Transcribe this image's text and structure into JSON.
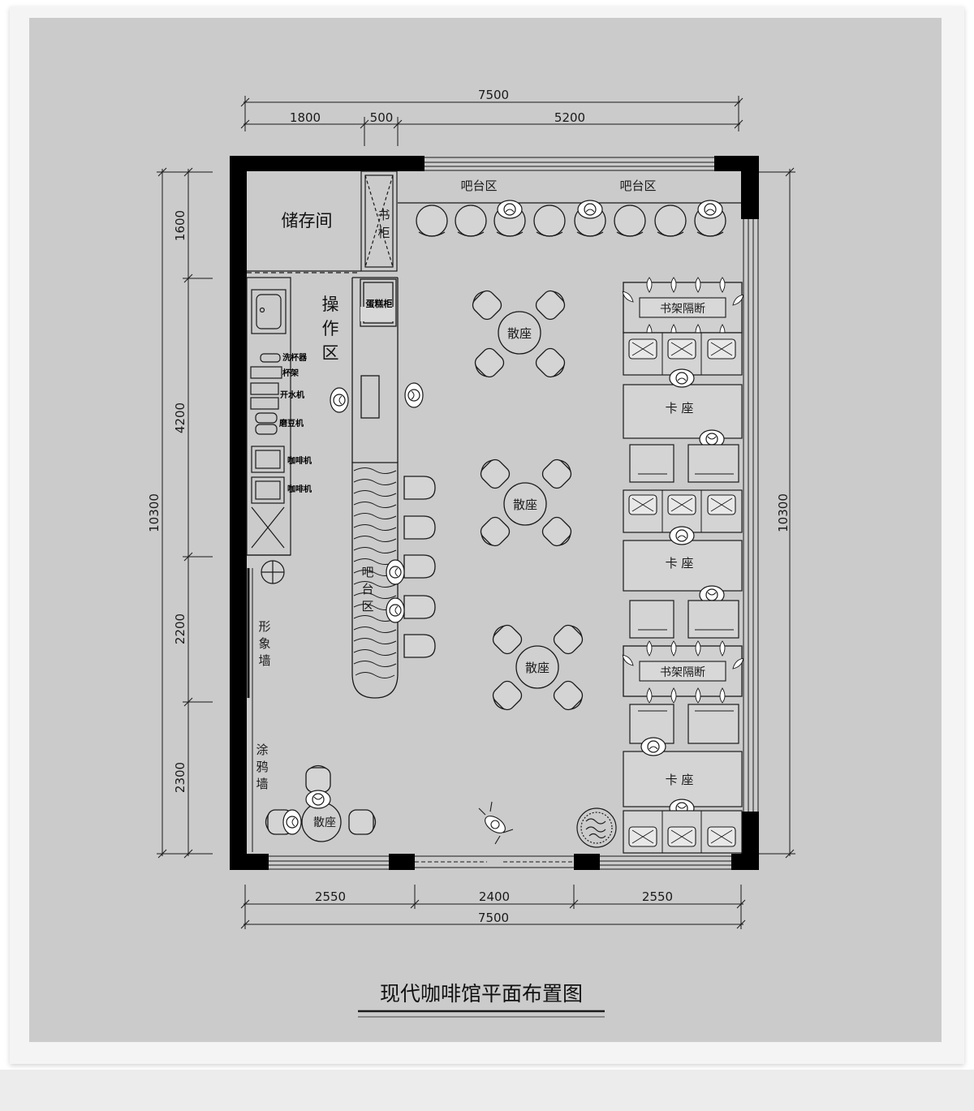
{
  "title": "现代咖啡馆平面布置图",
  "colors": {
    "background": "#cbcbcb",
    "line": "#1a1a1a",
    "wall": "#000000",
    "frame": "#f4f4f4"
  },
  "dimensions": {
    "top_total": "7500",
    "top_segments": [
      "1800",
      "500",
      "5200"
    ],
    "bottom_total": "7500",
    "bottom_segments": [
      "2550",
      "2400",
      "2550"
    ],
    "left_total": "10300",
    "left_segments": [
      "1600",
      "4200",
      "2200",
      "2300"
    ],
    "right_total": "10300"
  },
  "rooms": {
    "storage": "储存间",
    "operation_1": "操",
    "operation_2": "作",
    "operation_3": "区",
    "bookcase_1": "书",
    "bookcase_2": "柜",
    "cake_cabinet": "蛋糕柜",
    "bar_area_left": "吧台区",
    "bar_area_right": "吧台区",
    "bar_vertical_1": "吧",
    "bar_vertical_2": "台",
    "bar_vertical_3": "区",
    "image_wall": [
      "形",
      "象",
      "墙"
    ],
    "graffiti_wall": [
      "涂",
      "鸦",
      "墙"
    ],
    "loose_seat": "散座",
    "loose_seat_small": "散座",
    "booth": "卡 座",
    "shelf_partition": "书架隔断"
  },
  "equipment": [
    "洗杯器",
    "杯架",
    "开水机",
    "磨豆机",
    "咖啡机",
    "咖啡机"
  ]
}
